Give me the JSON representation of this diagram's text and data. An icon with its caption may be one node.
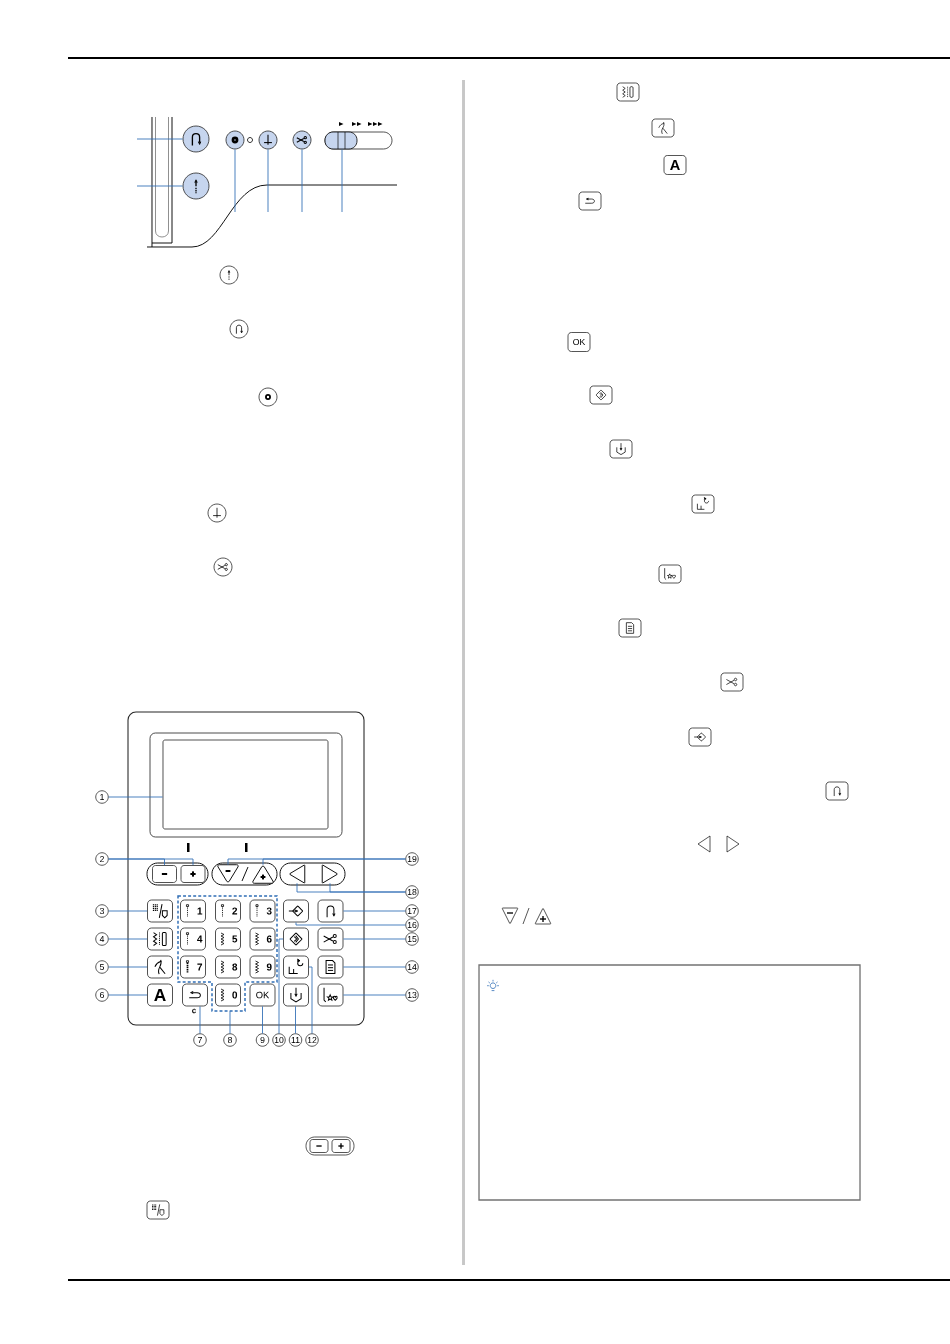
{
  "diagram": {
    "nodes": [
      {
        "text": [],
        "shape": "circle"
      },
      {
        "text": [],
        "shape": "circle"
      },
      {
        "text": [],
        "shape": "circle"
      },
      {
        "text": [],
        "shape": "circle"
      },
      {
        "text": [],
        "shape": "circle"
      },
      {
        "text": [],
        "shape": "bar"
      },
      {
        "text": [],
        "shape": "box"
      },
      {
        "text": [],
        "shape": "box",
        "in": 6
      },
      {
        "text": [],
        "shape": "box",
        "in": 6
      },
      {
        "text": [],
        "shape": "box",
        "in": 6
      },
      {
        "text": [],
        "shape": "triangle",
        "in": 6
      },
      {
        "text": [],
        "shape": "triangle",
        "in": 6
      },
      {
        "text": [],
        "shape": "triangle",
        "in": 6
      },
      {
        "text": [],
        "shape": "triangle",
        "in": 6
      },
      {
        "text": [],
        "shape": "box",
        "in": 6
      },
      {
        "text": [],
        "shape": "box",
        "in": 6
      },
      {
        "text": [],
        "shape": "box",
        "in": 6
      },
      {
        "text": [
          "A"
        ],
        "in": 6
      },
      {
        "text": [],
        "shape": "box",
        "beside": [
          "c"
        ],
        "in": 6
      },
      {
        "text": [],
        "shape": "box",
        "in": 6
      },
      {
        "text": [
          "1"
        ],
        "in": 19
      },
      {
        "text": [
          "2"
        ],
        "in": 19
      },
      {
        "text": [
          "3"
        ],
        "in": 19
      },
      {
        "text": [
          "4"
        ],
        "in": 19
      },
      {
        "text": [
          "5"
        ],
        "in": 19
      },
      {
        "text": [
          "6"
        ],
        "in": 19
      },
      {
        "text": [
          "7"
        ],
        "in": 19
      },
      {
        "text": [
          "8"
        ],
        "in": 19
      },
      {
        "text": [
          "9"
        ],
        "in": 19
      },
      {
        "text": [
          "0"
        ],
        "in": 19
      },
      {
        "text": [
          "OK"
        ],
        "in": 6
      },
      {
        "text": [],
        "shape": "box",
        "in": 6
      },
      {
        "text": [],
        "shape": "box",
        "in": 6
      },
      {
        "text": [],
        "shape": "box",
        "in": 6
      },
      {
        "text": [],
        "shape": "box",
        "in": 6
      },
      {
        "text": [],
        "shape": "box",
        "in": 6
      },
      {
        "text": [],
        "shape": "box",
        "in": 6
      },
      {
        "text": [],
        "shape": "box",
        "in": 6
      },
      {
        "text": [],
        "shape": "box",
        "in": 6
      },
      {
        "text": [
          "1"
        ]
      },
      {
        "text": [
          "2"
        ]
      },
      {
        "text": [
          "3"
        ]
      },
      {
        "text": [
          "4"
        ]
      },
      {
        "text": [
          "5"
        ]
      },
      {
        "text": [
          "6"
        ]
      },
      {
        "text": [
          "7"
        ]
      },
      {
        "text": [
          "8"
        ]
      },
      {
        "text": [
          "9"
        ]
      },
      {
        "text": [
          "10"
        ]
      },
      {
        "text": [
          "11"
        ]
      },
      {
        "text": [
          "12"
        ]
      },
      {
        "text": [
          "13"
        ]
      },
      {
        "text": [
          "14"
        ]
      },
      {
        "text": [
          "15"
        ]
      },
      {
        "text": [
          "16"
        ]
      },
      {
        "text": [
          "17"
        ]
      },
      {
        "text": [
          "18"
        ]
      },
      {
        "text": [
          "19"
        ]
      }
    ],
    "edges": [
      {
        "from": null,
        "to": 0,
        "arrow": "none"
      },
      {
        "from": null,
        "to": 1,
        "arrow": "none"
      },
      {
        "from": null,
        "to": 2,
        "arrow": "none"
      },
      {
        "from": null,
        "to": 3,
        "arrow": "none"
      },
      {
        "from": null,
        "to": 4,
        "arrow": "none"
      },
      {
        "from": null,
        "to": 5,
        "arrow": "none"
      },
      {
        "from": 39,
        "to": 7,
        "arrow": "none"
      },
      {
        "from": 40,
        "to": 8,
        "arrow": "none"
      },
      {
        "from": 40,
        "to": 9,
        "arrow": "none"
      },
      {
        "from": 41,
        "to": 14,
        "arrow": "none"
      },
      {
        "from": 42,
        "to": 15,
        "arrow": "none"
      },
      {
        "from": 43,
        "to": 16,
        "arrow": "none"
      },
      {
        "from": 44,
        "to": 17,
        "arrow": "none"
      },
      {
        "from": 45,
        "to": 18,
        "arrow": "none"
      },
      {
        "from": 46,
        "to": 19,
        "arrow": "none"
      },
      {
        "from": 47,
        "to": 30,
        "arrow": "none"
      },
      {
        "from": 48,
        "to": 31,
        "arrow": "none"
      },
      {
        "from": 49,
        "to": 32,
        "arrow": "none"
      },
      {
        "from": 50,
        "to": 33,
        "arrow": "none"
      },
      {
        "from": 51,
        "to": 34,
        "arrow": "none"
      },
      {
        "from": 52,
        "to": 35,
        "arrow": "none"
      },
      {
        "from": 53,
        "to": 36,
        "arrow": "none"
      },
      {
        "from": 54,
        "to": 37,
        "arrow": "none"
      },
      {
        "from": 55,
        "to": 38,
        "arrow": "none"
      },
      {
        "from": 56,
        "to": 12,
        "arrow": "none"
      },
      {
        "from": 56,
        "to": 13,
        "arrow": "none"
      },
      {
        "from": 57,
        "to": 10,
        "arrow": "none"
      },
      {
        "from": 57,
        "to": 11,
        "arrow": "none"
      }
    ],
    "labels": [
      "A",
      "OK"
    ]
  }
}
